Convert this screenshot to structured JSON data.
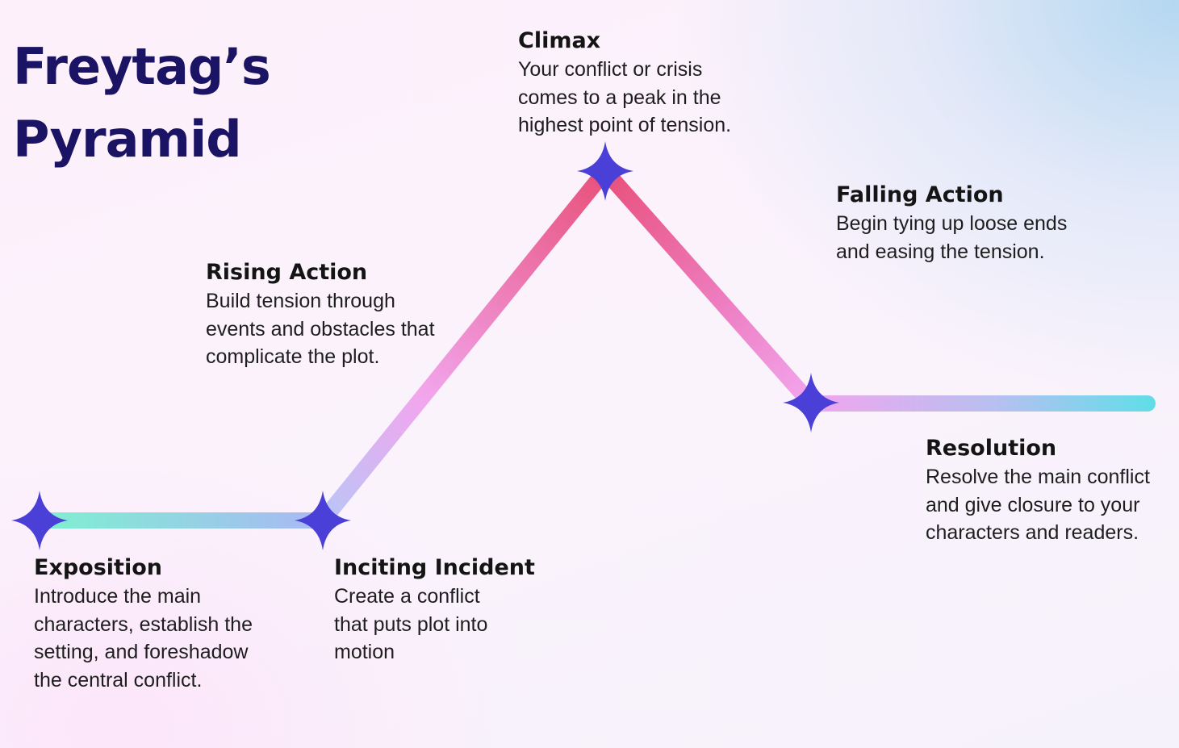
{
  "title": {
    "line1": "Freytag’s",
    "line2": "Pyramid"
  },
  "stages": [
    {
      "key": "exposition",
      "heading": "Exposition",
      "description": "Introduce the main\ncharacters, establish the\nsetting, and foreshadow\nthe central conflict.",
      "tension": 0.0
    },
    {
      "key": "inciting-incident",
      "heading": "Inciting Incident",
      "description": "Create a conflict\nthat puts plot into\nmotion",
      "tension": 0.0
    },
    {
      "key": "rising-action",
      "heading": "Rising Action",
      "description": "Build tension through\nevents and obstacles that\ncomplicate the plot."
    },
    {
      "key": "climax",
      "heading": "Climax",
      "description": "Your conflict or crisis\ncomes to a peak in the\nhighest point of tension.",
      "tension": 1.0
    },
    {
      "key": "falling-action",
      "heading": "Falling Action",
      "description": "Begin tying up loose ends\nand easing the tension."
    },
    {
      "key": "resolution",
      "heading": "Resolution",
      "description": "Resolve the main conflict\nand give closure to your\ncharacters and readers.",
      "tension": 0.34
    }
  ],
  "colors": {
    "title": "#1b1464",
    "star": "#4a3fd6",
    "line_start": "#7ef0d0",
    "line_mid_low": "#a9b8f5",
    "line_mid": "#f2a2ec",
    "line_peak": "#e8507a",
    "line_end": "#62dde8"
  },
  "icons": {
    "marker": "four-point-star-icon"
  }
}
